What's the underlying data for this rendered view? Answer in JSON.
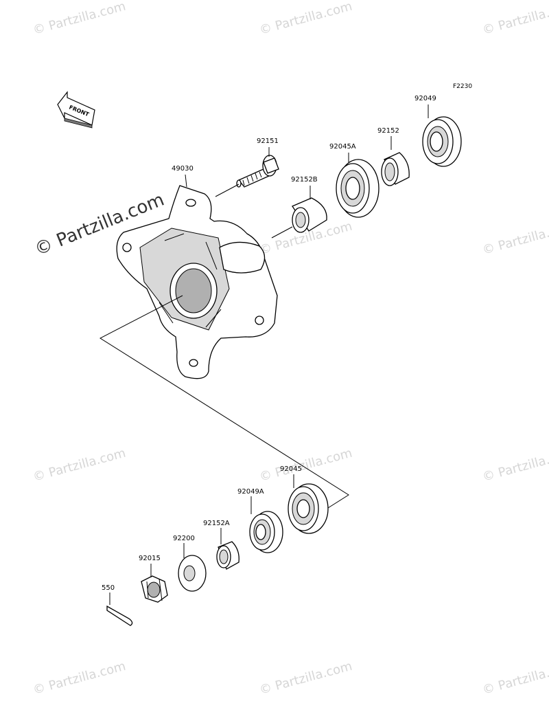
{
  "figure_code": "F2230",
  "front_label": "FRONT",
  "watermark": "© Partzilla.com",
  "parts": {
    "p49030": "49030",
    "p92151": "92151",
    "p92045A": "92045A",
    "p92152": "92152",
    "p92049": "92049",
    "p92152B": "92152B",
    "p92045": "92045",
    "p92049A": "92049A",
    "p92152A": "92152A",
    "p92200": "92200",
    "p92015": "92015",
    "p550": "550"
  }
}
